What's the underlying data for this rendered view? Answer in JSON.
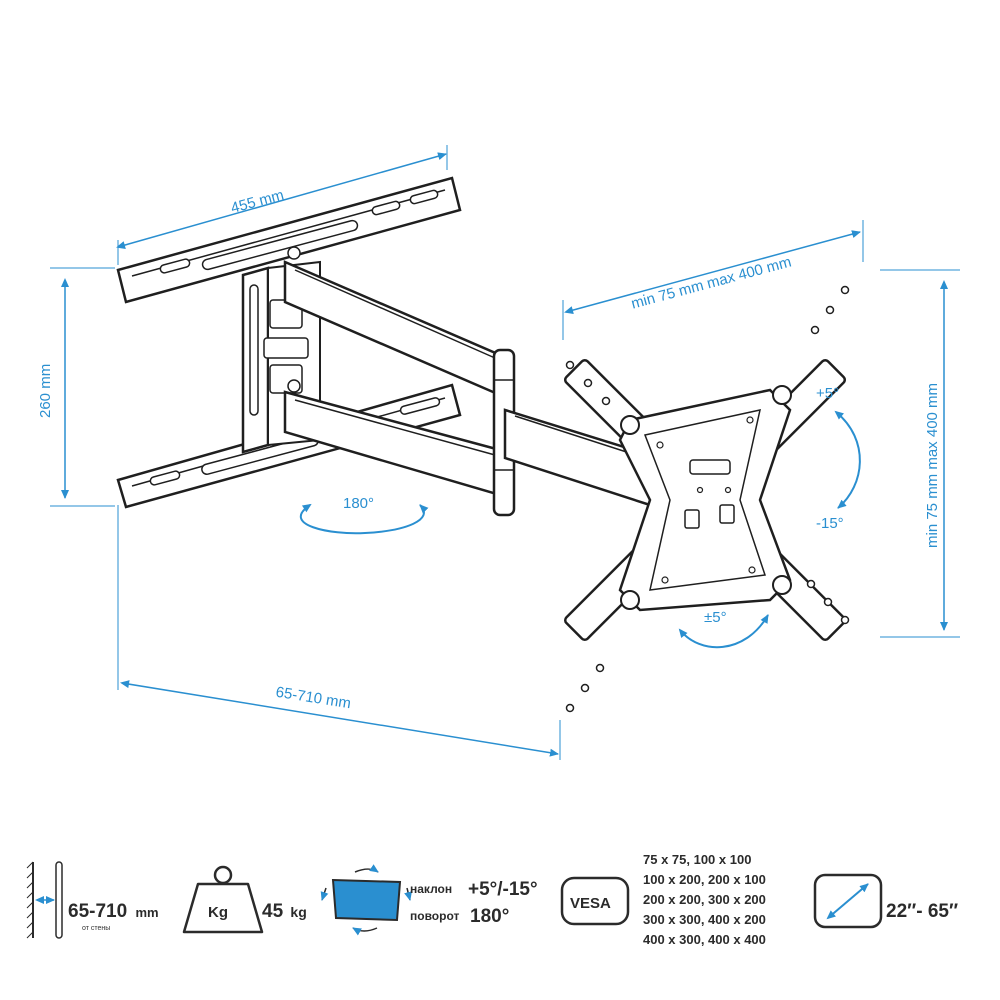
{
  "dimensions": {
    "width_top": "455 mm",
    "height_left": "260 mm",
    "swivel": "180°",
    "vesa_horizontal": "min 75 mm max 400 mm",
    "vesa_vertical": "min 75 mm max 400 mm",
    "tilt_up": "+5°",
    "tilt_down": "-15°",
    "rotate": "±5°",
    "extension": "65-710 mm"
  },
  "specs": {
    "distance_value": "65-710",
    "distance_unit": "mm",
    "distance_note": "от стены",
    "weight_icon_label": "Kg",
    "weight_value": "45",
    "weight_unit": "kg",
    "tilt_label": "наклон",
    "tilt_value": "+5°/-15°",
    "swivel_label": "поворот",
    "swivel_value": "180°",
    "vesa_badge": "VESA",
    "vesa_list": [
      "75 x 75, 100 x 100",
      "100 x 200, 200 x 100",
      "200 x 200, 300 x 200",
      "300 x 300, 400 x 200",
      "400 x 300, 400 x 400"
    ],
    "screen_size": "22″- 65″"
  },
  "colors": {
    "accent_blue": "#2a8fd0",
    "line_dark": "#1f1f1f"
  }
}
